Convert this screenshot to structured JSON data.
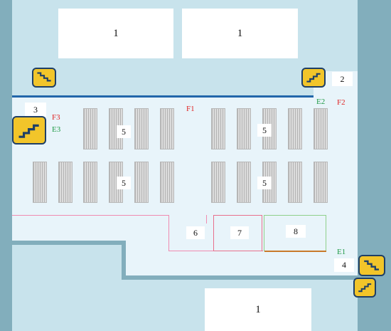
{
  "labels": {
    "entrance_top_left": "1",
    "entrance_top_right": "1",
    "entrance_bottom": "1",
    "room_2": "2",
    "room_3": "3",
    "room_4": "4",
    "section_5a": "5",
    "section_5b": "5",
    "section_5c": "5",
    "section_5d": "5",
    "room_6": "6",
    "room_7": "7",
    "room_8": "8"
  },
  "markers": {
    "F1": "F1",
    "F2": "F2",
    "F3": "F3",
    "E1": "E1",
    "E2": "E2",
    "E3": "E3"
  },
  "colors": {
    "fire_marker": "#e02424",
    "exit_marker": "#1f9a45",
    "stair_fill": "#f2c52a",
    "stair_border": "#1f3f66",
    "divider_line": "#2266aa",
    "room_6_outline": "#f08bb0",
    "room_7_outline": "#e8708c",
    "room_8_outline": "#8fd08a"
  },
  "icons": {
    "stair_top_left": "stairs-down-icon",
    "stair_top_right": "stairs-up-icon",
    "stair_left": "stairs-up-icon",
    "stair_right_upper": "stairs-down-icon",
    "stair_right_lower": "stairs-up-icon"
  }
}
